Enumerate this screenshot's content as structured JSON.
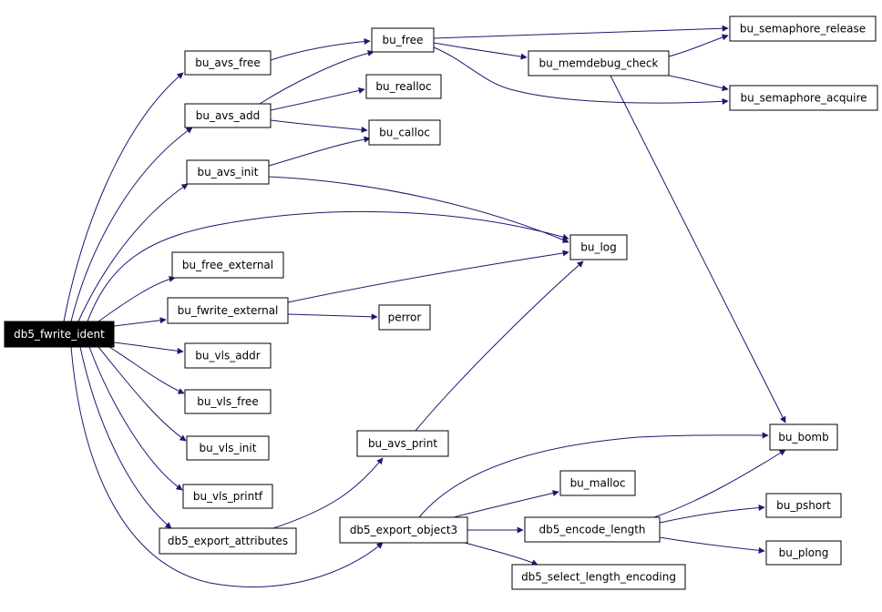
{
  "graph": {
    "colors": {
      "edge": "#191970",
      "node_border": "#000000",
      "node_fill": "#ffffff",
      "root_fill": "#000000",
      "root_text": "#ffffff",
      "text": "#000000"
    },
    "root": "n_root",
    "nodes": [
      {
        "id": "n_root",
        "label": "db5_fwrite_ident"
      },
      {
        "id": "n_avs_free",
        "label": "bu_avs_free"
      },
      {
        "id": "n_avs_add",
        "label": "bu_avs_add"
      },
      {
        "id": "n_avs_init",
        "label": "bu_avs_init"
      },
      {
        "id": "n_free_external",
        "label": "bu_free_external"
      },
      {
        "id": "n_fwrite_external",
        "label": "bu_fwrite_external"
      },
      {
        "id": "n_vls_addr",
        "label": "bu_vls_addr"
      },
      {
        "id": "n_vls_free",
        "label": "bu_vls_free"
      },
      {
        "id": "n_vls_init",
        "label": "bu_vls_init"
      },
      {
        "id": "n_vls_printf",
        "label": "bu_vls_printf"
      },
      {
        "id": "n_export_attributes",
        "label": "db5_export_attributes"
      },
      {
        "id": "n_free",
        "label": "bu_free"
      },
      {
        "id": "n_realloc",
        "label": "bu_realloc"
      },
      {
        "id": "n_calloc",
        "label": "bu_calloc"
      },
      {
        "id": "n_perror",
        "label": "perror"
      },
      {
        "id": "n_avs_print",
        "label": "bu_avs_print"
      },
      {
        "id": "n_export_object3",
        "label": "db5_export_object3"
      },
      {
        "id": "n_memdebug_check",
        "label": "bu_memdebug_check"
      },
      {
        "id": "n_log",
        "label": "bu_log"
      },
      {
        "id": "n_malloc",
        "label": "bu_malloc"
      },
      {
        "id": "n_encode_length",
        "label": "db5_encode_length"
      },
      {
        "id": "n_select_length_encoding",
        "label": "db5_select_length_encoding"
      },
      {
        "id": "n_semaphore_release",
        "label": "bu_semaphore_release"
      },
      {
        "id": "n_semaphore_acquire",
        "label": "bu_semaphore_acquire"
      },
      {
        "id": "n_bomb",
        "label": "bu_bomb"
      },
      {
        "id": "n_pshort",
        "label": "bu_pshort"
      },
      {
        "id": "n_plong",
        "label": "bu_plong"
      }
    ],
    "edges": [
      {
        "from": "n_root",
        "to": "n_avs_free"
      },
      {
        "from": "n_root",
        "to": "n_avs_add"
      },
      {
        "from": "n_root",
        "to": "n_avs_init"
      },
      {
        "from": "n_root",
        "to": "n_log"
      },
      {
        "from": "n_root",
        "to": "n_free_external"
      },
      {
        "from": "n_root",
        "to": "n_fwrite_external"
      },
      {
        "from": "n_root",
        "to": "n_vls_addr"
      },
      {
        "from": "n_root",
        "to": "n_vls_free"
      },
      {
        "from": "n_root",
        "to": "n_vls_init"
      },
      {
        "from": "n_root",
        "to": "n_vls_printf"
      },
      {
        "from": "n_root",
        "to": "n_export_attributes"
      },
      {
        "from": "n_root",
        "to": "n_export_object3"
      },
      {
        "from": "n_avs_free",
        "to": "n_free"
      },
      {
        "from": "n_avs_add",
        "to": "n_free"
      },
      {
        "from": "n_avs_add",
        "to": "n_realloc"
      },
      {
        "from": "n_avs_add",
        "to": "n_calloc"
      },
      {
        "from": "n_avs_init",
        "to": "n_calloc"
      },
      {
        "from": "n_avs_init",
        "to": "n_log"
      },
      {
        "from": "n_fwrite_external",
        "to": "n_log"
      },
      {
        "from": "n_fwrite_external",
        "to": "n_perror"
      },
      {
        "from": "n_export_attributes",
        "to": "n_avs_print"
      },
      {
        "from": "n_avs_print",
        "to": "n_log"
      },
      {
        "from": "n_free",
        "to": "n_semaphore_release"
      },
      {
        "from": "n_free",
        "to": "n_memdebug_check"
      },
      {
        "from": "n_free",
        "to": "n_semaphore_acquire"
      },
      {
        "from": "n_memdebug_check",
        "to": "n_semaphore_release"
      },
      {
        "from": "n_memdebug_check",
        "to": "n_semaphore_acquire"
      },
      {
        "from": "n_memdebug_check",
        "to": "n_bomb"
      },
      {
        "from": "n_export_object3",
        "to": "n_bomb"
      },
      {
        "from": "n_export_object3",
        "to": "n_malloc"
      },
      {
        "from": "n_export_object3",
        "to": "n_encode_length"
      },
      {
        "from": "n_export_object3",
        "to": "n_select_length_encoding"
      },
      {
        "from": "n_encode_length",
        "to": "n_bomb"
      },
      {
        "from": "n_encode_length",
        "to": "n_pshort"
      },
      {
        "from": "n_encode_length",
        "to": "n_plong"
      }
    ]
  }
}
